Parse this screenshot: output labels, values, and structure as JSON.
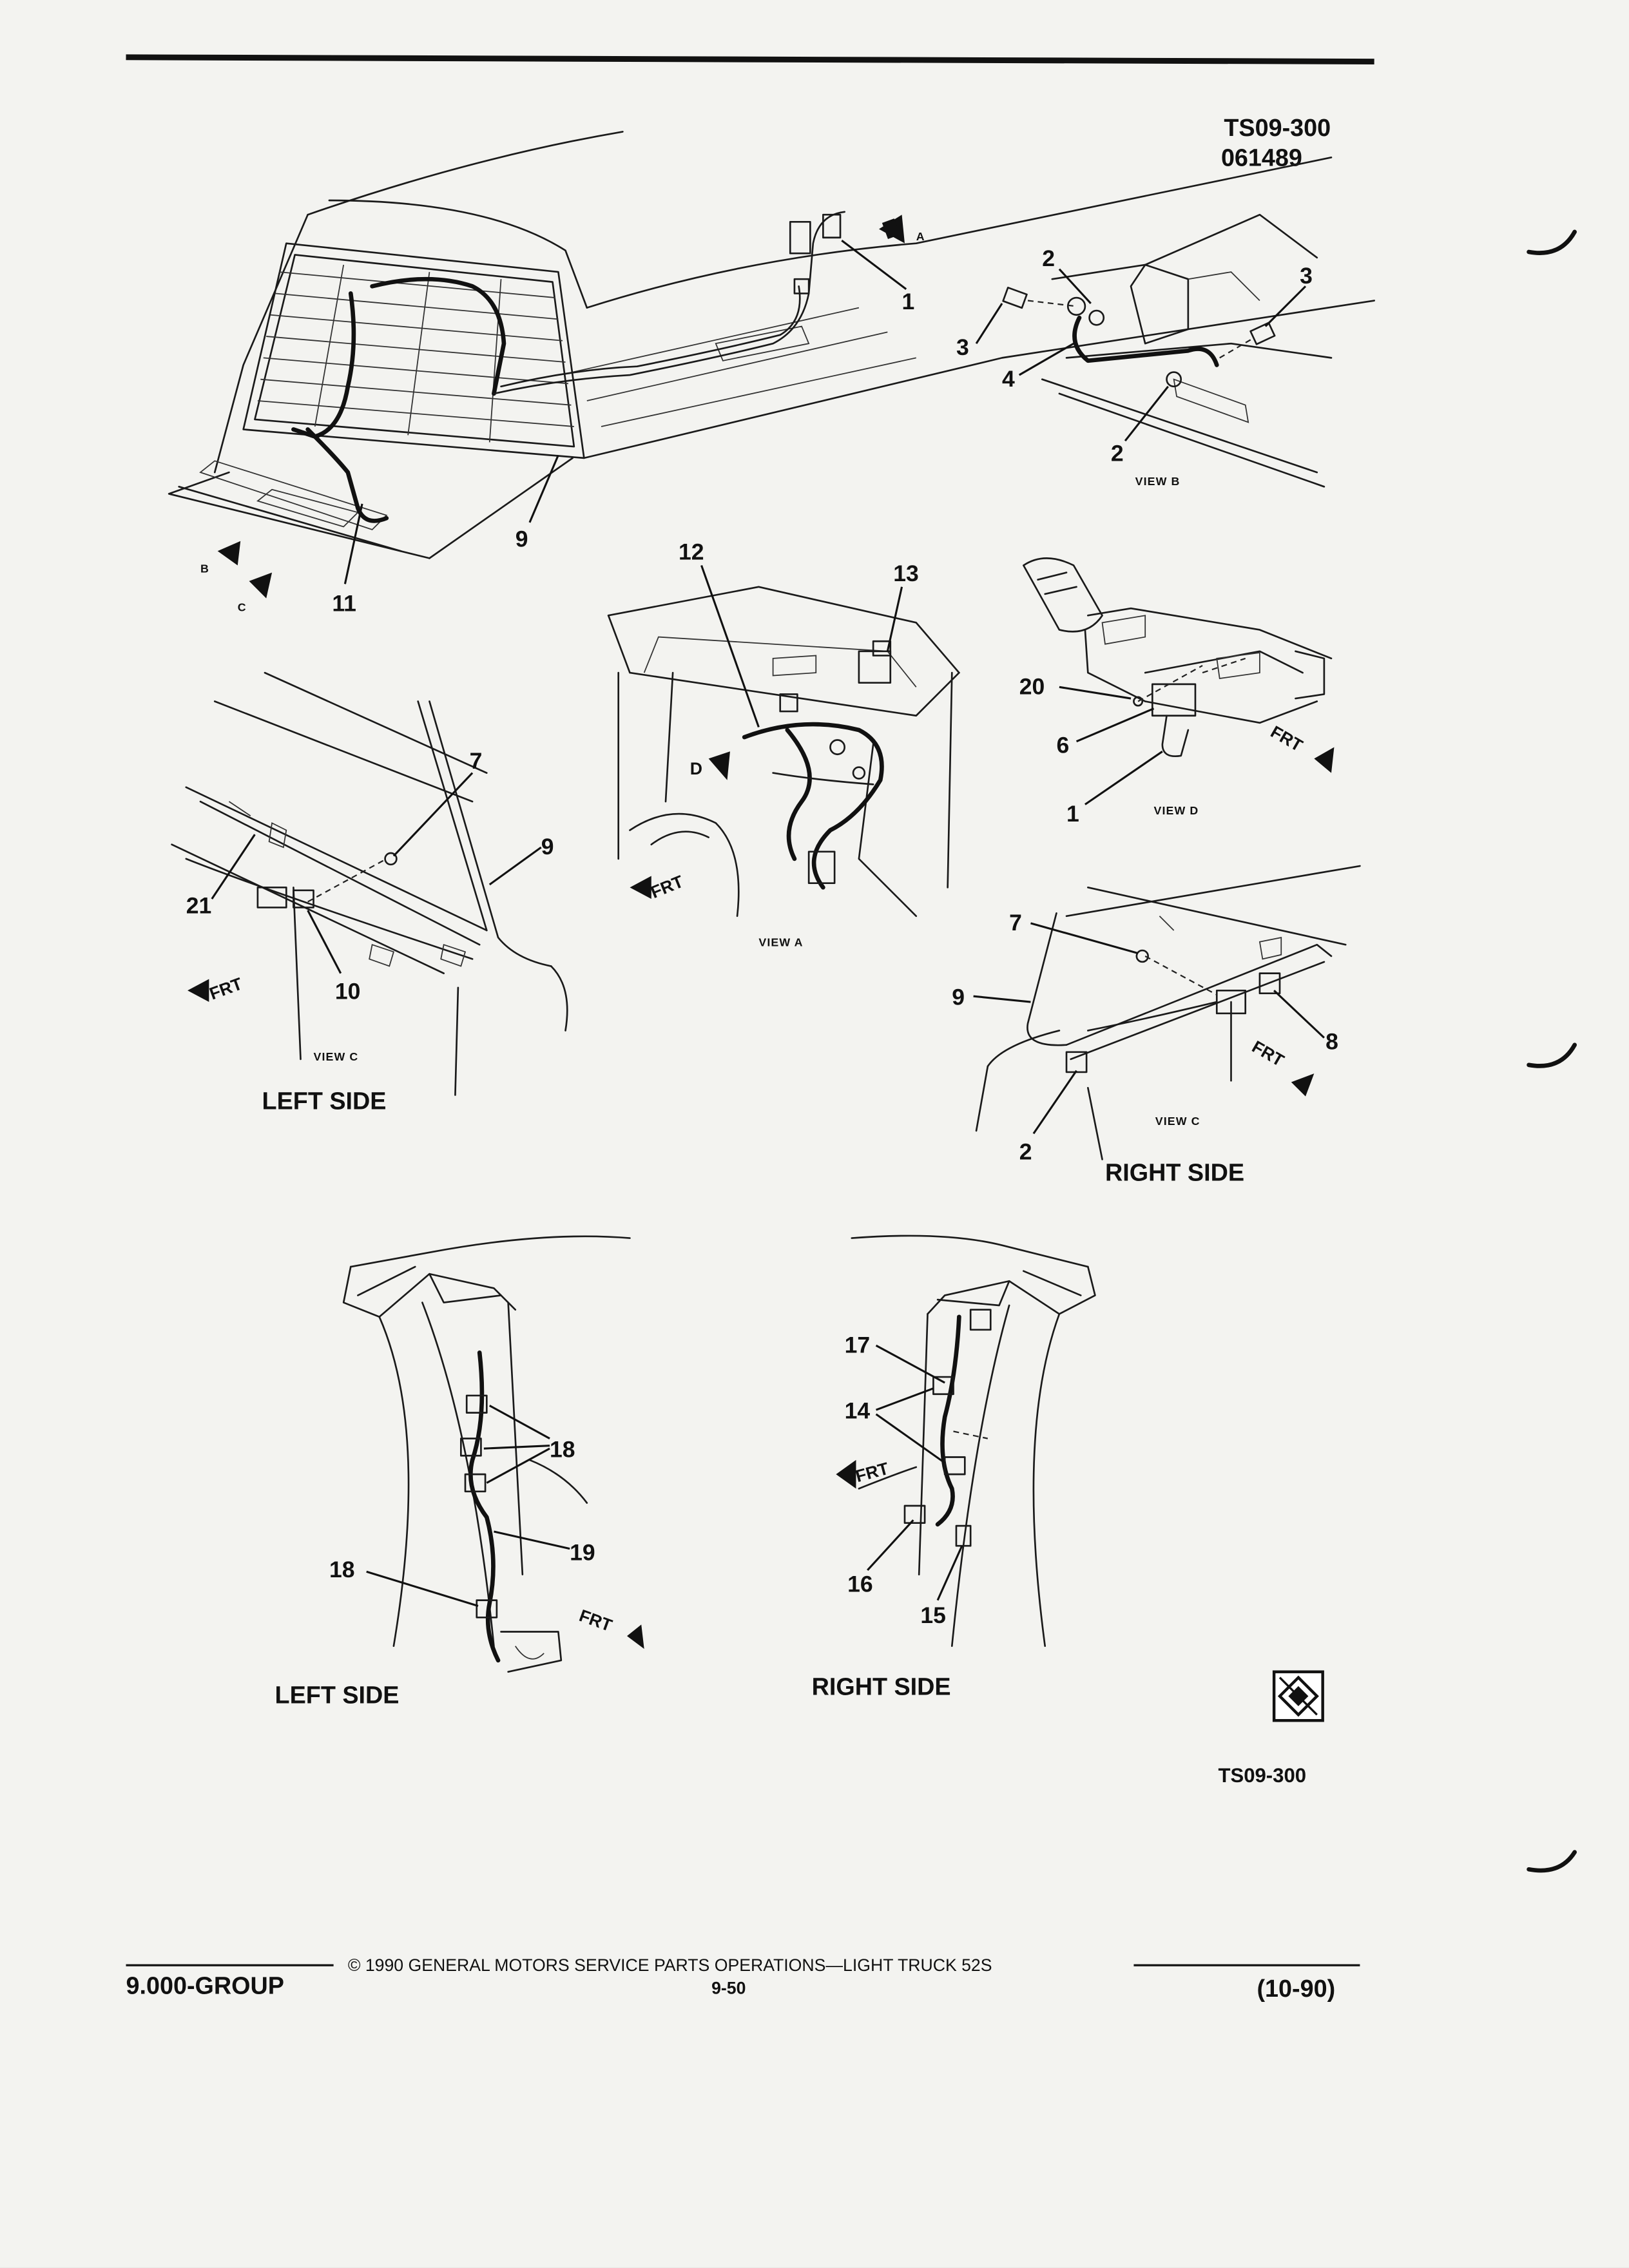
{
  "header": {
    "drawing_id": "TS09-300",
    "date_code": "061489"
  },
  "views": {
    "view_a": "VIEW A",
    "view_b": "VIEW B",
    "view_c": "VIEW C",
    "view_d": "VIEW D"
  },
  "arrow_letters": {
    "a": "A",
    "b": "B",
    "c": "C",
    "d": "D"
  },
  "frt_label": "FRT",
  "side_labels": {
    "left": "LEFT SIDE",
    "right": "RIGHT SIDE"
  },
  "callouts": {
    "main": [
      "1",
      "9",
      "11"
    ],
    "view_b": [
      "2",
      "3",
      "3",
      "4",
      "2"
    ],
    "view_a": [
      "12",
      "13"
    ],
    "view_d": [
      "20",
      "6",
      "1"
    ],
    "view_c_left": [
      "7",
      "9",
      "21",
      "10"
    ],
    "view_c_right": [
      "7",
      "9",
      "8",
      "2"
    ],
    "lower_left": [
      "18",
      "18",
      "19",
      "18"
    ],
    "lower_right": [
      "17",
      "14",
      "16",
      "15"
    ]
  },
  "figure_ref": "TS09-300",
  "footer": {
    "group": "9.000-GROUP",
    "copyright": "© 1990 GENERAL MOTORS SERVICE PARTS OPERATIONS—LIGHT TRUCK 52S",
    "page": "9-50",
    "date": "(10-90)"
  }
}
